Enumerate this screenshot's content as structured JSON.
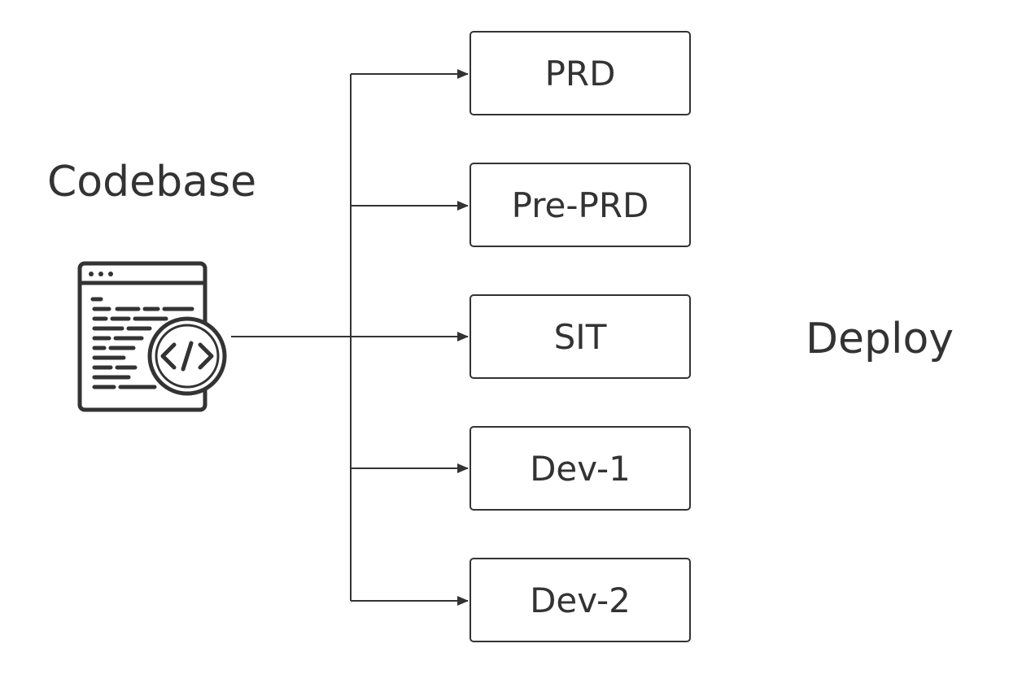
{
  "source": {
    "label": "Codebase",
    "icon": "code-window-icon"
  },
  "target": {
    "label": "Deploy"
  },
  "environments": [
    {
      "label": "PRD"
    },
    {
      "label": "Pre-PRD"
    },
    {
      "label": "SIT"
    },
    {
      "label": "Dev-1"
    },
    {
      "label": "Dev-2"
    }
  ],
  "colors": {
    "stroke": "#333333",
    "text": "#333333",
    "background": "#ffffff"
  }
}
